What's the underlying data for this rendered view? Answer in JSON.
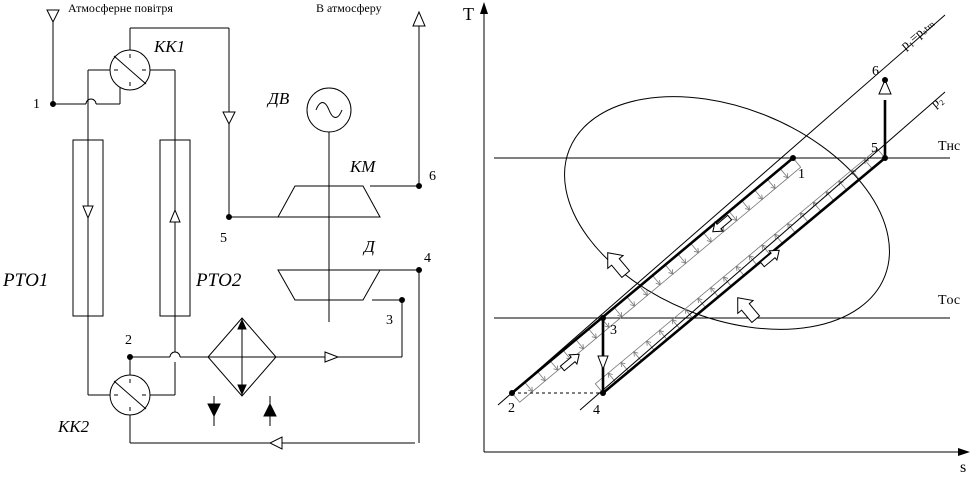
{
  "scheme": {
    "air_inlet_label": "Атмосферне повітря",
    "exhaust_label": "В атмосферу",
    "switch_top": "КК1",
    "switch_bottom": "КК2",
    "motor": "ДВ",
    "compressor": "КМ",
    "expander": "Д",
    "regenerator_left": "РТО1",
    "regenerator_right": "РТО2",
    "node_labels": [
      "1",
      "2",
      "3",
      "4",
      "5",
      "6"
    ]
  },
  "ts_diagram": {
    "axis_y": "T",
    "axis_x": "s",
    "isobar_high": "p₁=pₐₜₘ",
    "isobar_low": "p₂",
    "temp_ambient": "Tнс",
    "temp_cold": "Tос",
    "state_points": [
      "1",
      "2",
      "3",
      "4",
      "5",
      "6"
    ]
  },
  "colors": {
    "stroke": "#000000",
    "hatch": "#888888",
    "background": "#ffffff"
  }
}
